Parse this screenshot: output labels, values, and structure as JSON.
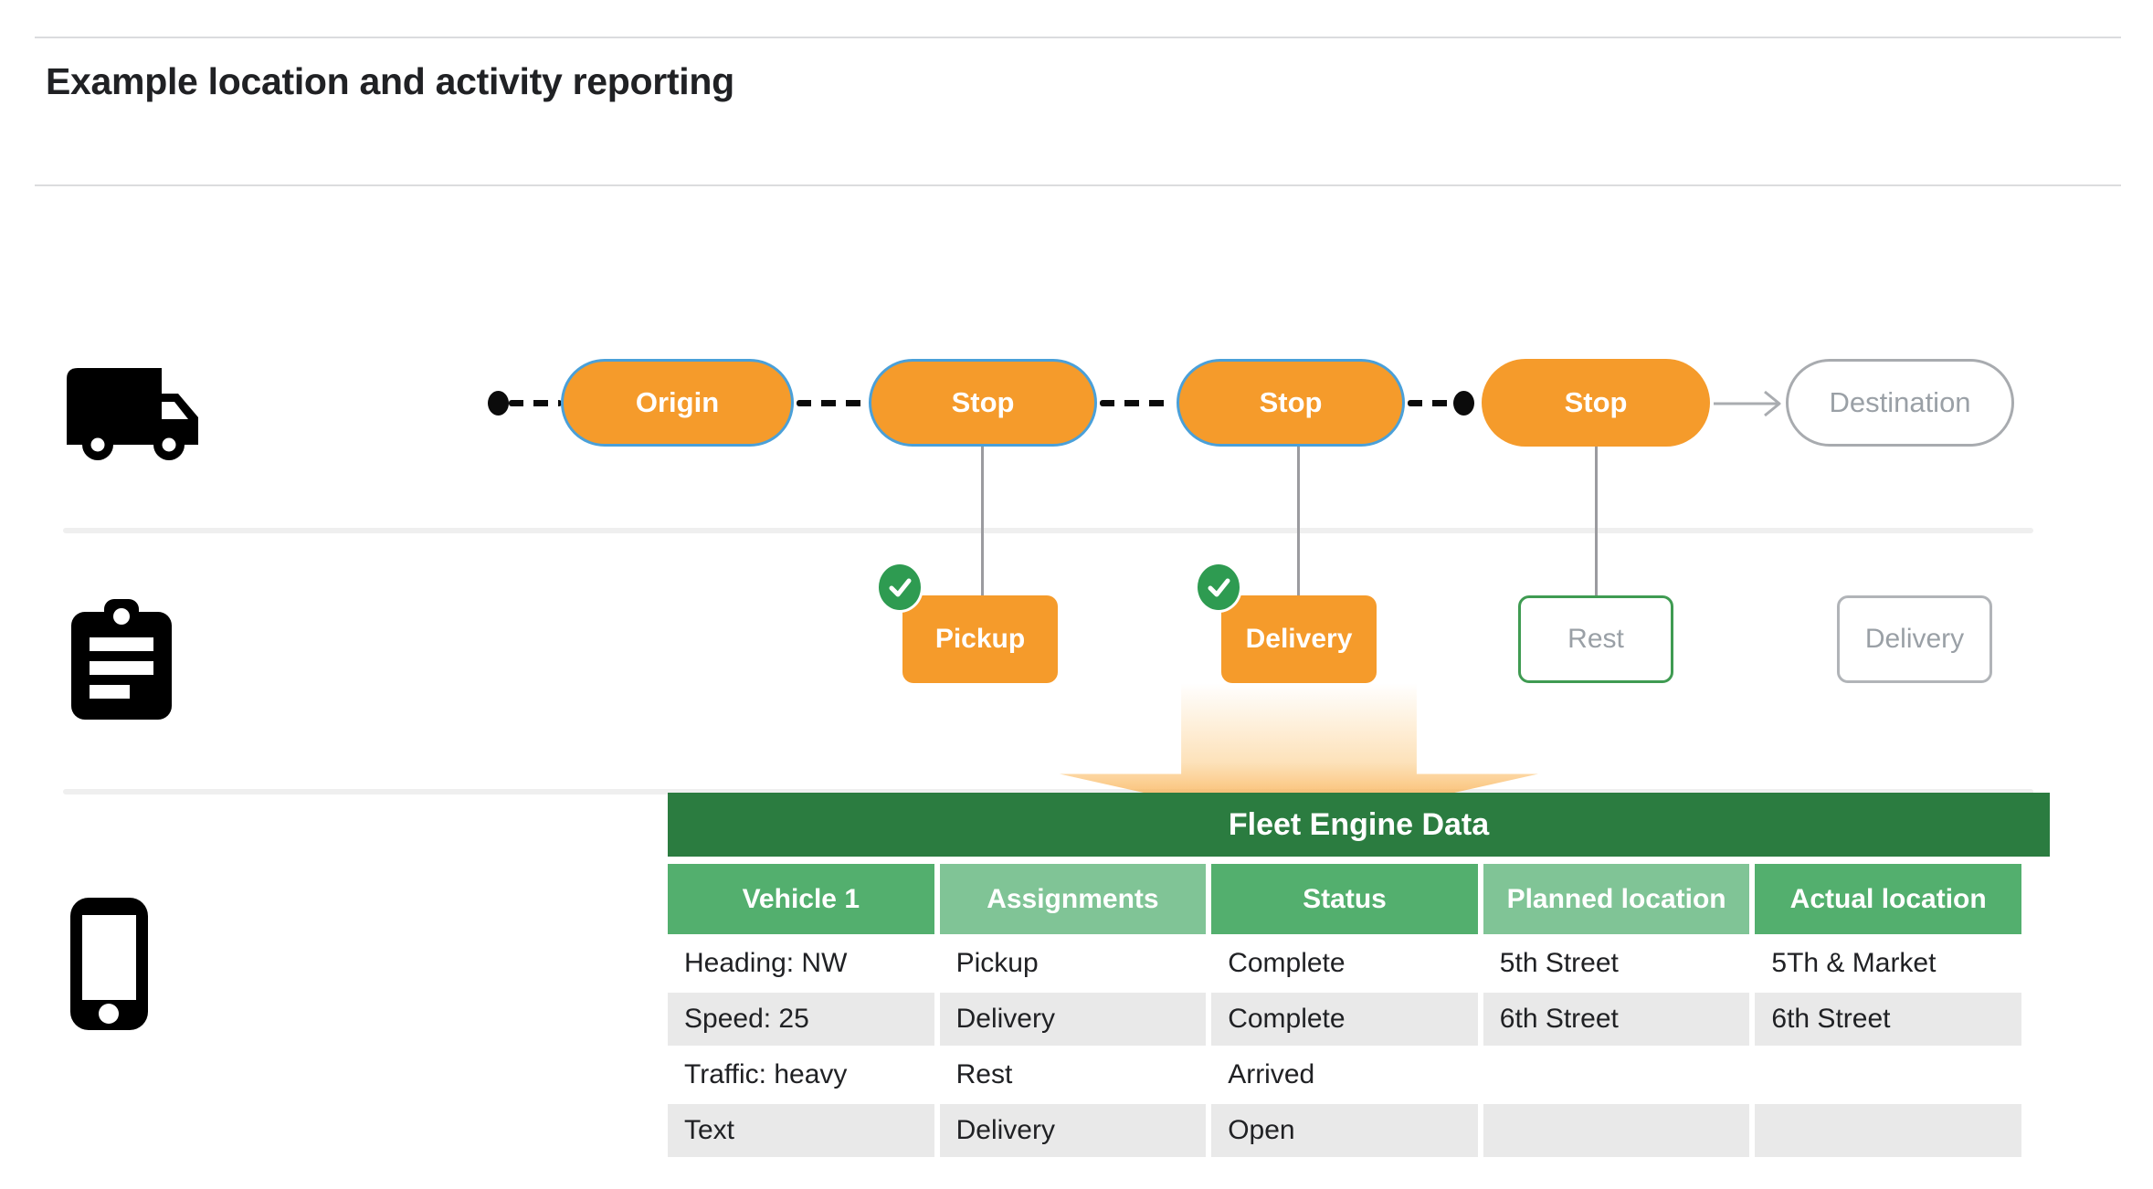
{
  "page": {
    "title": "Example location and activity reporting"
  },
  "journey": {
    "nodes": [
      {
        "label": "Origin",
        "state": "visited"
      },
      {
        "label": "Stop",
        "state": "visited"
      },
      {
        "label": "Stop",
        "state": "visited"
      },
      {
        "label": "Stop",
        "state": "current"
      },
      {
        "label": "Destination",
        "state": "upcoming"
      }
    ],
    "traveled_path_style": "dashed-black",
    "upcoming_path_style": "gray-arrow"
  },
  "activities": [
    {
      "label": "Pickup",
      "status": "complete",
      "checked": true
    },
    {
      "label": "Delivery",
      "status": "complete",
      "checked": true
    },
    {
      "label": "Rest",
      "status": "current",
      "checked": false
    },
    {
      "label": "Delivery",
      "status": "upcoming",
      "checked": false
    }
  ],
  "table": {
    "title": "Fleet Engine Data",
    "columns": [
      "Vehicle 1",
      "Assignments",
      "Status",
      "Planned location",
      "Actual location"
    ],
    "rows": [
      [
        "Heading: NW",
        "Pickup",
        "Complete",
        "5th Street",
        "5Th & Market"
      ],
      [
        "Speed: 25",
        "Delivery",
        "Complete",
        "6th Street",
        "6th Street"
      ],
      [
        "Traffic: heavy",
        "Rest",
        "Arrived",
        "",
        ""
      ],
      [
        "Text",
        "Delivery",
        "Open",
        "",
        ""
      ]
    ]
  },
  "colors": {
    "orange": "#f59b2b",
    "blue_border": "#4aa0d9",
    "check_green": "#2e9b51",
    "table_header_green": "#2b7c40",
    "column_green_dark": "#53af6e",
    "column_green_light": "#80c496",
    "row_shade_gray": "#e9e9e9",
    "muted_text_gray": "#9aa0a6"
  }
}
